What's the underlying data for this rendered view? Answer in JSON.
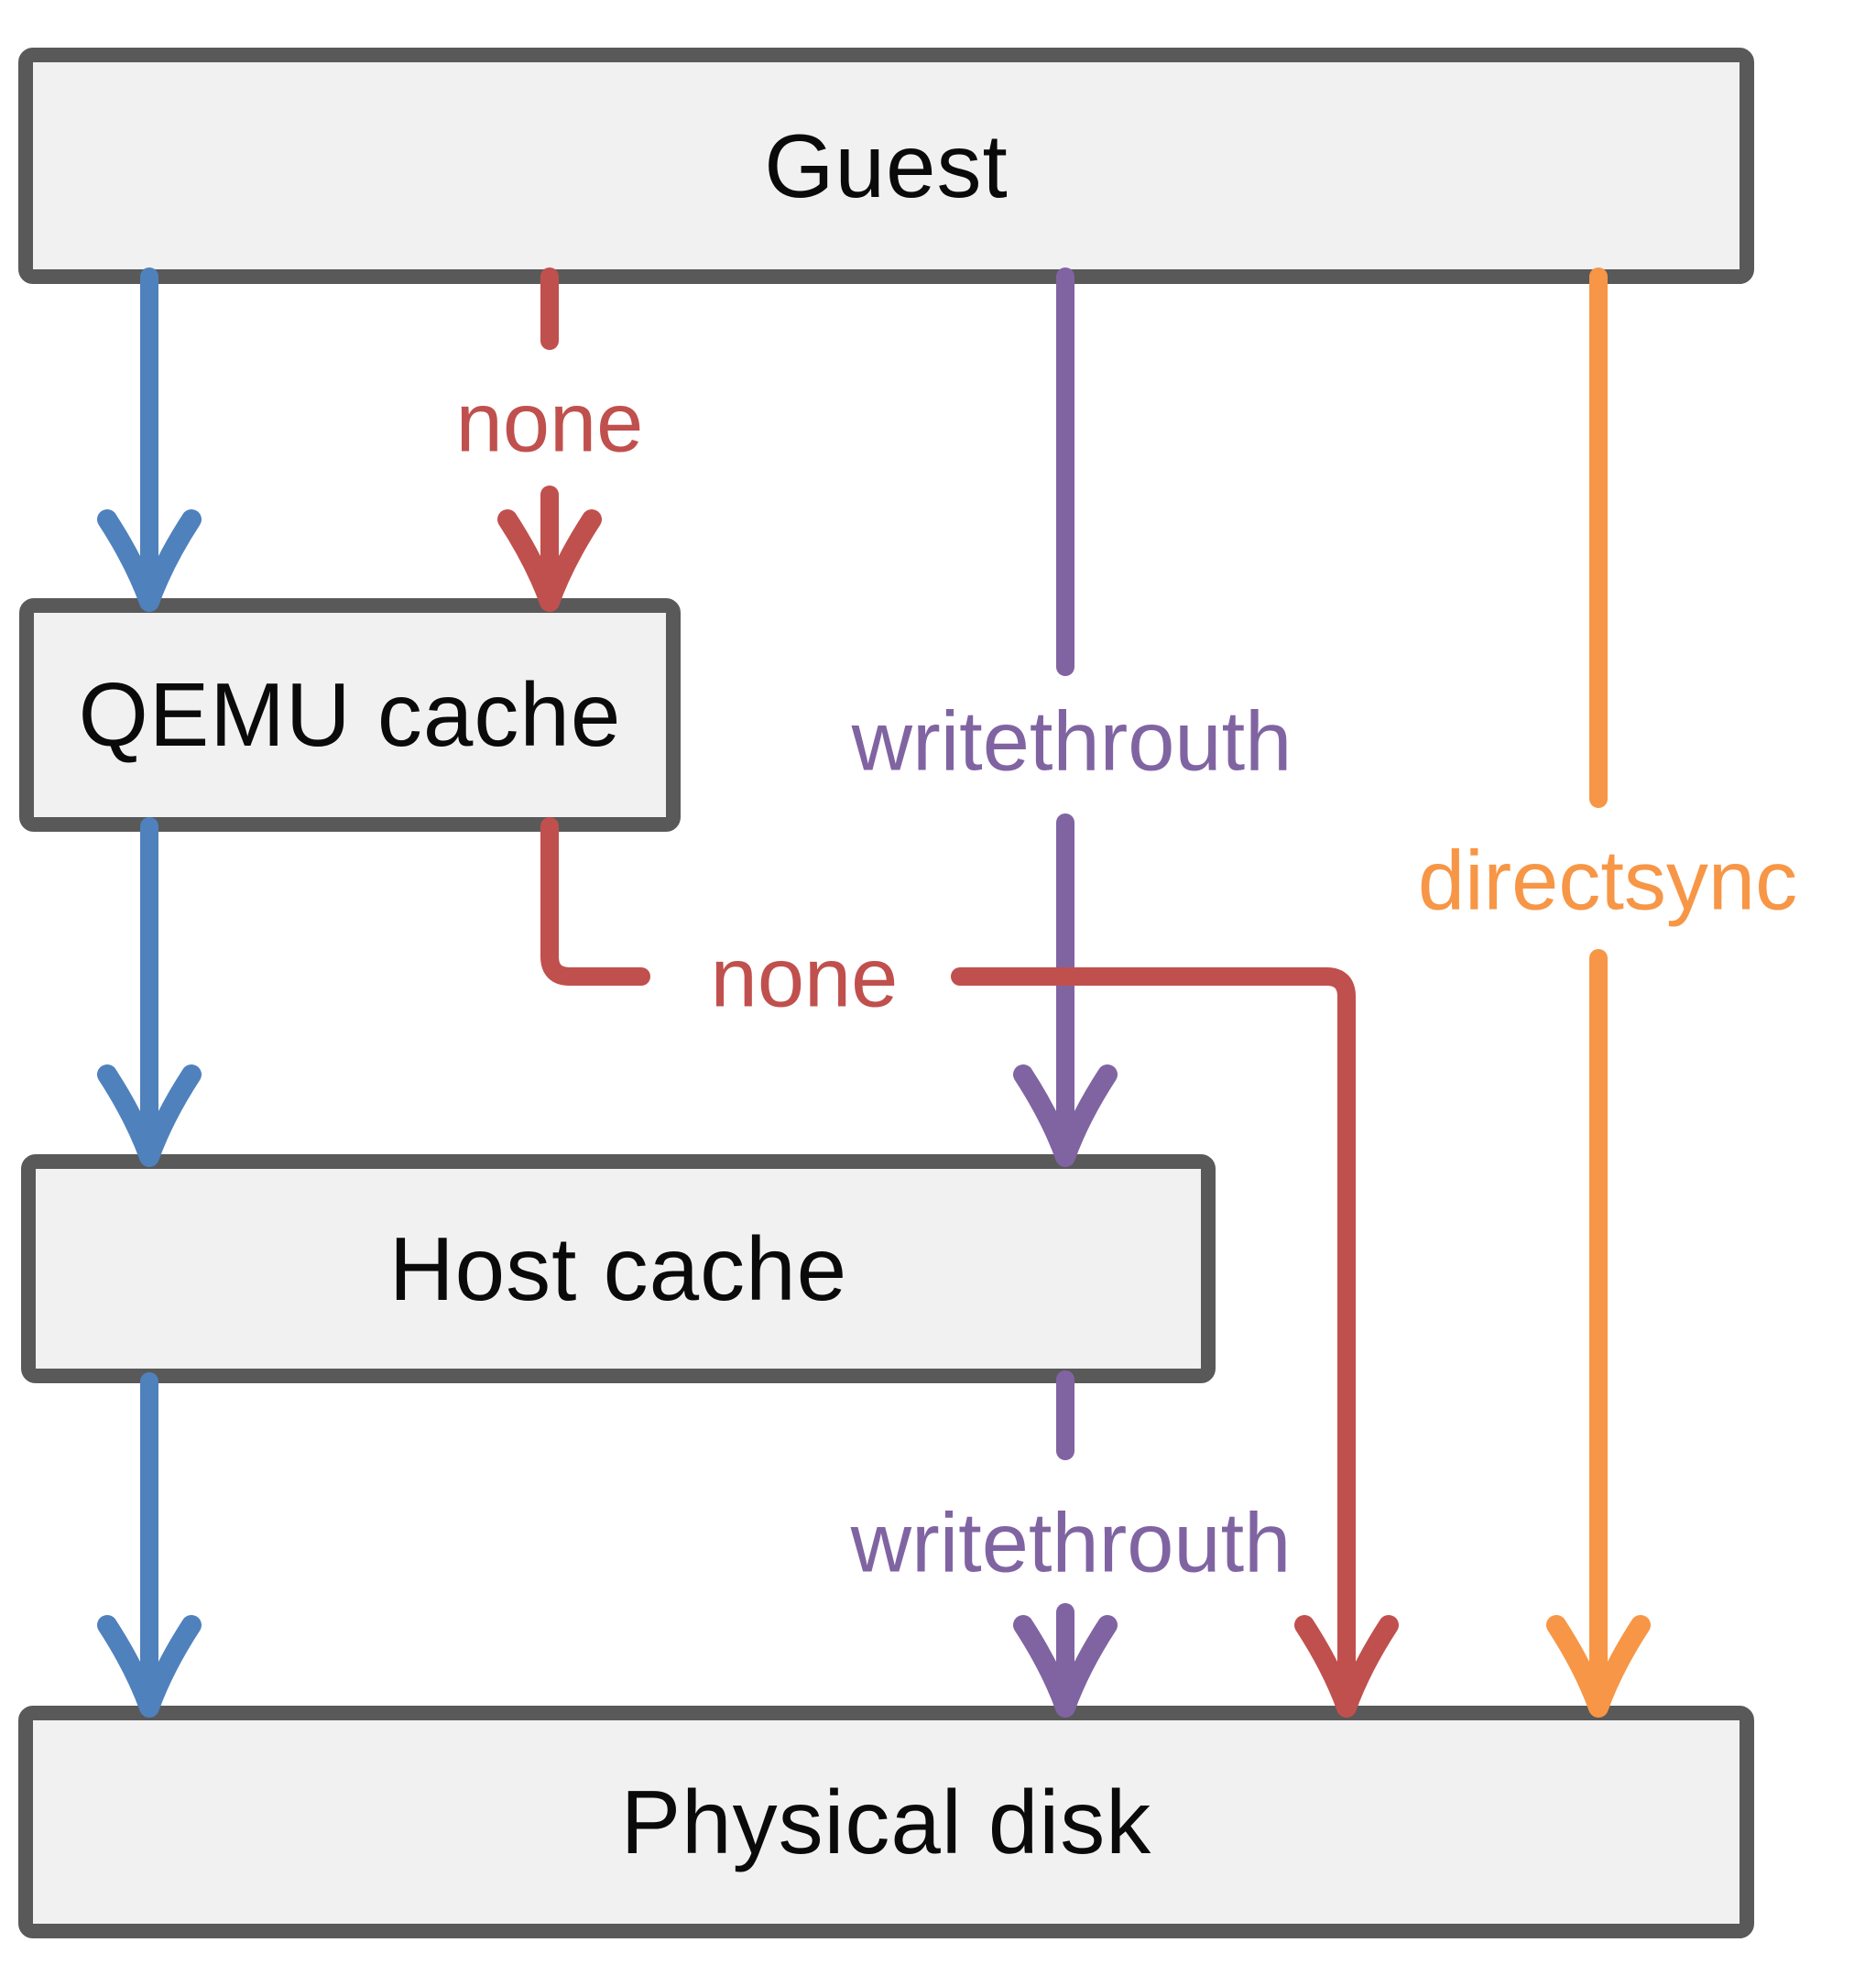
{
  "diagram": {
    "boxes": {
      "guest": {
        "label": "Guest"
      },
      "qemu_cache": {
        "label": "QEMU cache"
      },
      "host_cache": {
        "label": "Host cache"
      },
      "physical_disk": {
        "label": "Physical disk"
      }
    },
    "arrow_labels": {
      "none_guest_to_qemu": "none",
      "none_qemu_to_disk": "none",
      "writethrough_guest_to_host": "writethrouth",
      "writethrough_host_to_disk": "writethrouth",
      "directsync_guest_to_disk": "directsync"
    },
    "colors": {
      "direct-blue": "#4f81bd",
      "none-red": "#c0504d",
      "writethrough-purple": "#8064a2",
      "directsync-orange": "#f79646",
      "box-border": "#595959",
      "box-fill": "#f1f1f1"
    }
  }
}
